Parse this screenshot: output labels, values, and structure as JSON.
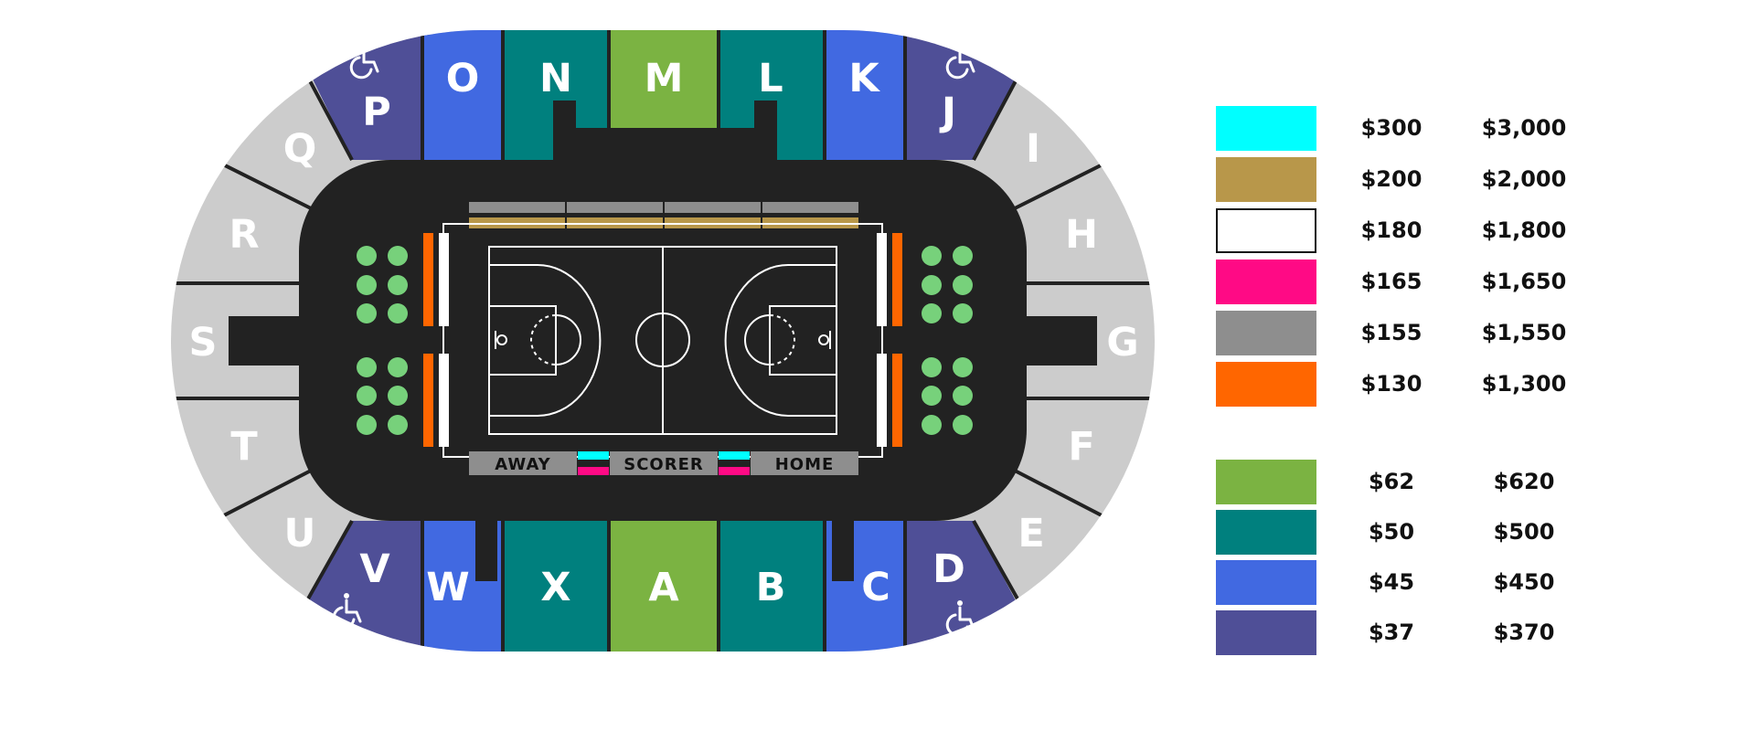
{
  "colors": {
    "background": "#ffffff",
    "floor": "#222222",
    "lightgray": "#cccccc",
    "section_purple": "#4f4f97",
    "section_blue": "#4169e1",
    "section_teal": "#00807e",
    "section_green": "#7bb342",
    "courtside_green": "#77d17b",
    "courtside_orange": "#ff6600",
    "court_lines": "#ffffff"
  },
  "sections": {
    "P": "P",
    "O": "O",
    "N": "N",
    "M": "M",
    "L": "L",
    "K": "K",
    "J": "J",
    "Q": "Q",
    "R": "R",
    "S": "S",
    "T": "T",
    "U": "U",
    "I": "I",
    "H": "H",
    "G": "G",
    "F": "F",
    "E": "E",
    "V": "V",
    "W": "W",
    "X": "X",
    "A": "A",
    "B": "B",
    "C": "C",
    "D": "D"
  },
  "court_labels": {
    "away": "AWAY",
    "scorer": "SCORER",
    "home": "HOME"
  },
  "legend": [
    {
      "color": "#00ffff",
      "price": "$300",
      "price_alt": "$3,000"
    },
    {
      "color": "#b8974a",
      "price": "$200",
      "price_alt": "$2,000"
    },
    {
      "color": "#ffffff",
      "price": "$180",
      "price_alt": "$1,800"
    },
    {
      "color": "#ff0a85",
      "price": "$165",
      "price_alt": "$1,650"
    },
    {
      "color": "#8e8e8e",
      "price": "$155",
      "price_alt": "$1,550"
    },
    {
      "color": "#ff6600",
      "price": "$130",
      "price_alt": "$1,300"
    },
    {
      "color": "#7bb342",
      "price": "$62",
      "price_alt": "$620"
    },
    {
      "color": "#00807e",
      "price": "$50",
      "price_alt": "$500"
    },
    {
      "color": "#4169e1",
      "price": "$45",
      "price_alt": "$450"
    },
    {
      "color": "#4f4f97",
      "price": "$37",
      "price_alt": "$370"
    }
  ]
}
